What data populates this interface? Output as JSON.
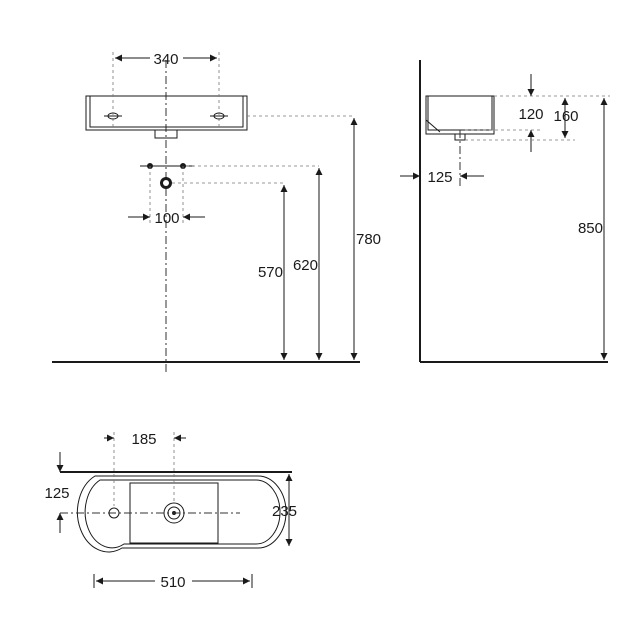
{
  "front_view": {
    "dim_tap_spacing": "340",
    "dim_trap_spacing": "100",
    "dim_trap_height": "570",
    "dim_waste_height": "620",
    "dim_basin_height": "780"
  },
  "side_view": {
    "dim_waste_offset": "120",
    "dim_basin_depth": "160",
    "dim_projection": "125",
    "dim_rim_height": "850"
  },
  "top_view": {
    "dim_tap_to_drain": "185",
    "dim_tap_inset": "125",
    "dim_depth": "235",
    "dim_width": "510"
  }
}
